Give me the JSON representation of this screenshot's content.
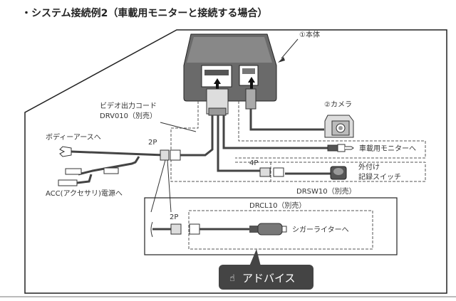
{
  "title": "・システム接続例2（車載用モニターと接続する場合）",
  "labels": {
    "main_unit": "①本体",
    "camera": "②カメラ",
    "video_cord_line1": "ビデオ出力コード",
    "video_cord_line2": "DRV010（別売）",
    "body_earth": "ボディーアースへ",
    "connector_2p_top": "2P",
    "to_monitor": "車載用モニターへ",
    "connector_4p": "4P",
    "switch_line1": "外付け",
    "switch_line2": "記録スイッチ",
    "drsw10": "DRSW10（別売）",
    "acc": "ACC(アクセサリ)電源へ",
    "drcl10": "DRCL10（別売）",
    "connector_2p_bottom": "2P",
    "to_cigar": "シガーライターへ"
  },
  "advice_button": "アドバイス"
}
